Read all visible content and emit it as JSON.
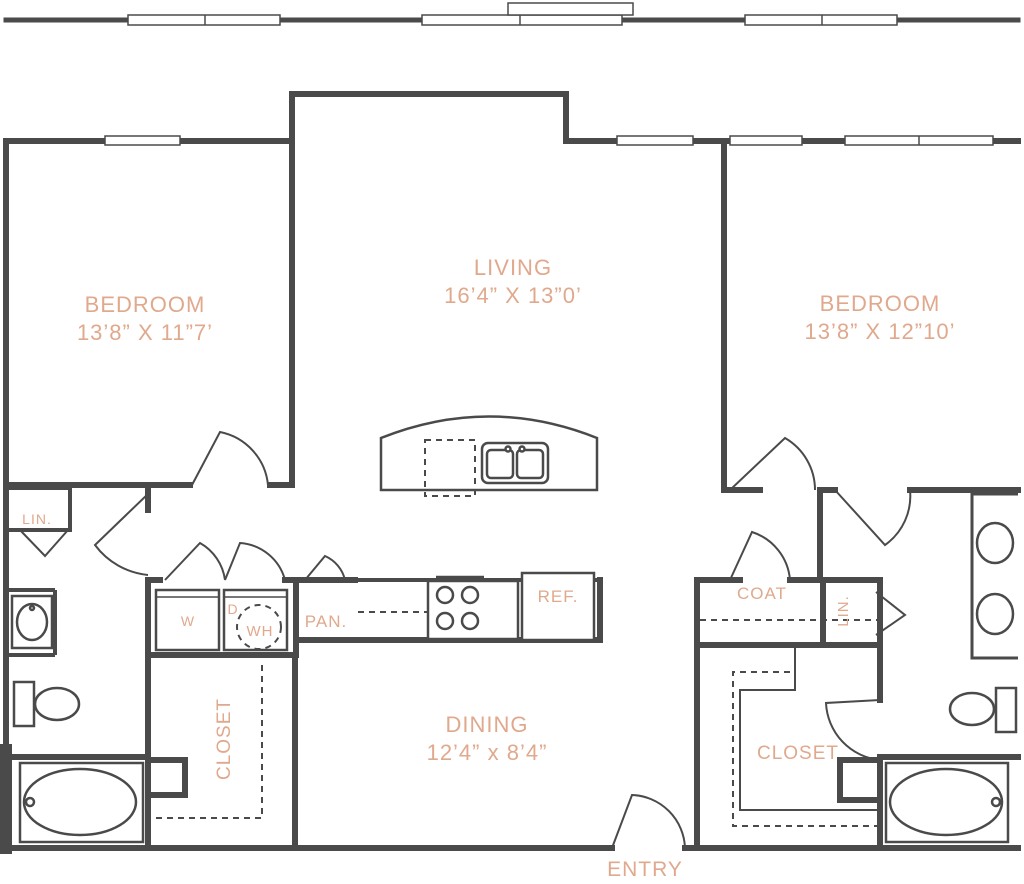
{
  "rooms": {
    "bedroom_left": {
      "name": "BEDROOM",
      "size": "13’8” X 11”7’"
    },
    "living": {
      "name": "LIVING",
      "size": "16’4” X 13”0’"
    },
    "bedroom_right": {
      "name": "BEDROOM",
      "size": "13’8” X 12”10’"
    },
    "dining": {
      "name": "DINING",
      "size": "12’4” x 8’4”"
    }
  },
  "labels": {
    "linen_left": "LIN.",
    "linen_right": "LIN.",
    "washer": "W",
    "dryer": "D",
    "water_heater": "WH",
    "pantry": "PAN.",
    "refrigerator": "REF.",
    "coat": "COAT",
    "closet_left": "CLOSET",
    "closet_right": "CLOSET",
    "entry": "ENTRY"
  },
  "colors": {
    "wall": "#4a4a4a",
    "label": "#e0a98d",
    "background": "#ffffff"
  }
}
